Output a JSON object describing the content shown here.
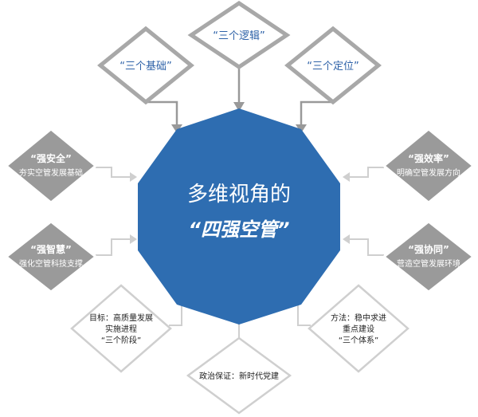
{
  "center": {
    "line1": "多维视角的",
    "line2": "“四强空管”"
  },
  "top_nodes": [
    {
      "label": "“三个基础”"
    },
    {
      "label": "“三个逻辑”"
    },
    {
      "label": "“三个定位”"
    }
  ],
  "left_nodes": [
    {
      "title": "“强安全”",
      "subtitle": "夯实空管发展基础"
    },
    {
      "title": "“强智慧”",
      "subtitle": "强化空管科技支撑"
    }
  ],
  "right_nodes": [
    {
      "title": "“强效率”",
      "subtitle": "明确空管发展方向"
    },
    {
      "title": "“强协同”",
      "subtitle": "营造空管发展环境"
    }
  ],
  "bottom_nodes": {
    "left": {
      "line1": "目标：高质量发展",
      "line2": "实施进程",
      "line3": "“三个阶段”"
    },
    "middle": {
      "line1": "政治保证：新时代党建"
    },
    "right": {
      "line1": "方法：稳中求进",
      "line2": "重点建设",
      "line3": "“三个体系”"
    }
  },
  "colors": {
    "center_fill": "#2e6db1",
    "gray_diamond": "#9a9a9a",
    "outline": "#a8a8a8",
    "top_text": "#2e62a8",
    "dark_text": "#222222"
  }
}
